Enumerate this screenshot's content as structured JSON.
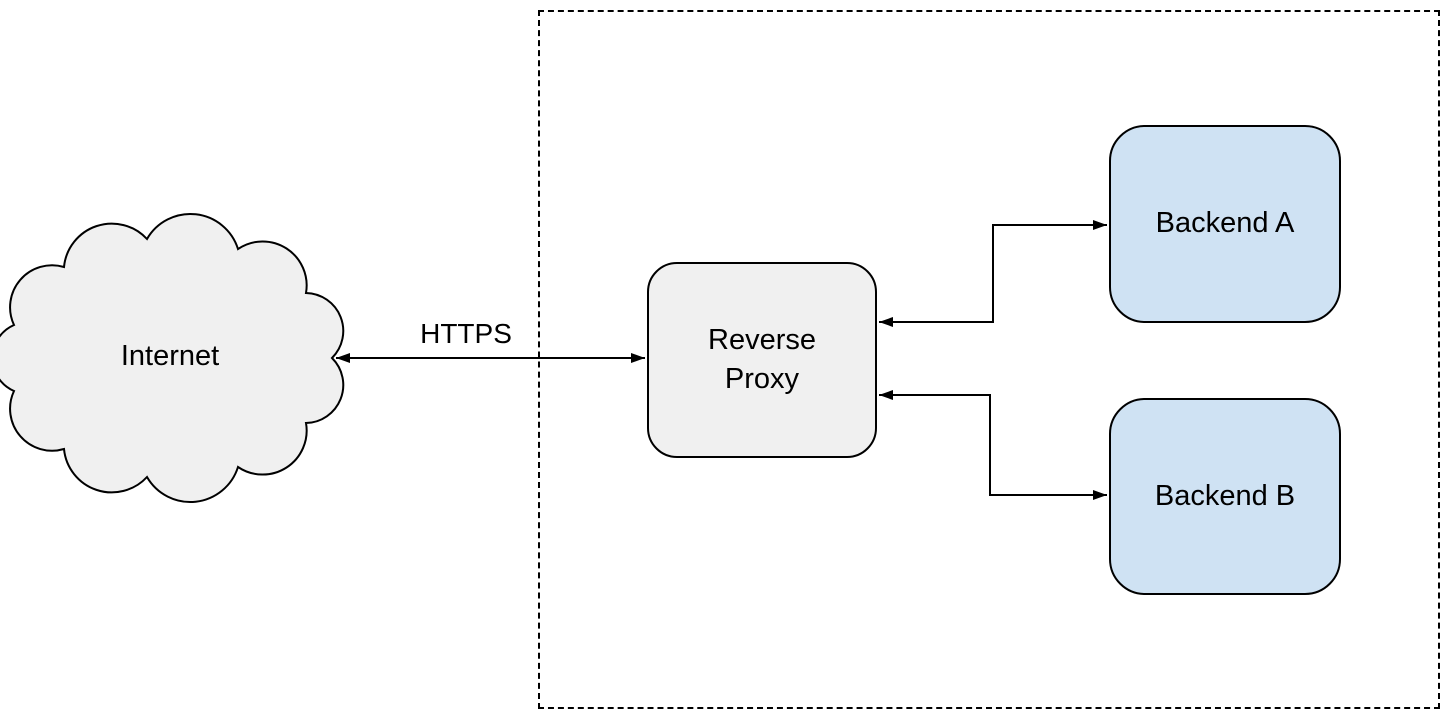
{
  "diagram": {
    "background_color": "#ffffff",
    "stroke_color": "#000000",
    "nodes": {
      "internet": {
        "label": "Internet",
        "shape": "cloud",
        "fill": "#f0f0f0"
      },
      "reverse_proxy": {
        "label": "Reverse Proxy",
        "shape": "rounded-rect",
        "fill": "#f0f0f0"
      },
      "backend_a": {
        "label": "Backend A",
        "shape": "rounded-rect",
        "fill": "#cfe2f3"
      },
      "backend_b": {
        "label": "Backend B",
        "shape": "rounded-rect",
        "fill": "#cfe2f3"
      }
    },
    "edges": {
      "internet_to_proxy": {
        "label": "HTTPS",
        "type": "double-arrow",
        "route": "straight"
      },
      "proxy_to_backend_a": {
        "label": "",
        "type": "double-arrow",
        "route": "elbow"
      },
      "proxy_to_backend_b": {
        "label": "",
        "type": "double-arrow",
        "route": "elbow"
      }
    },
    "boundary": {
      "style": "dashed",
      "color": "#000000"
    }
  }
}
